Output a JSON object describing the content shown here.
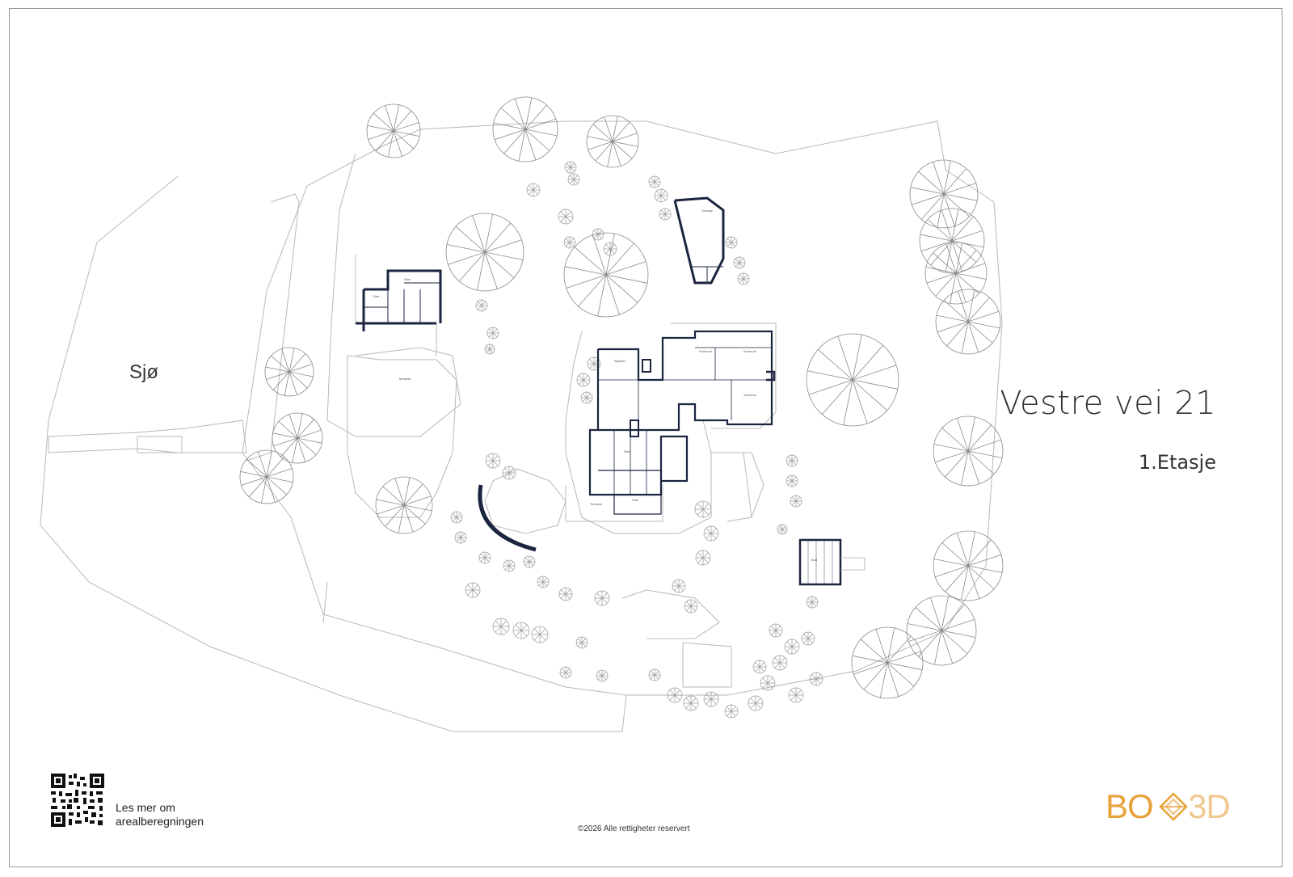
{
  "plan": {
    "property_title": "Vestre vei 21",
    "floor_label": "1.Etasje",
    "sea_label": "Sjø"
  },
  "footer": {
    "qr_text_line1": "Les mer om",
    "qr_text_line2": "arealberegningen",
    "copyright": "©2026 Alle rettigheter reservert"
  },
  "logo": {
    "part1": "BO",
    "part2": "3D",
    "color_primary": "#e8a23a",
    "color_secondary": "#f0c890"
  },
  "colors": {
    "wall": "#1b2540",
    "outline": "#b8b8b8",
    "tree": "#8a8a8a"
  },
  "icons": [
    "qr-code-icon",
    "logo-diamond-icon"
  ]
}
